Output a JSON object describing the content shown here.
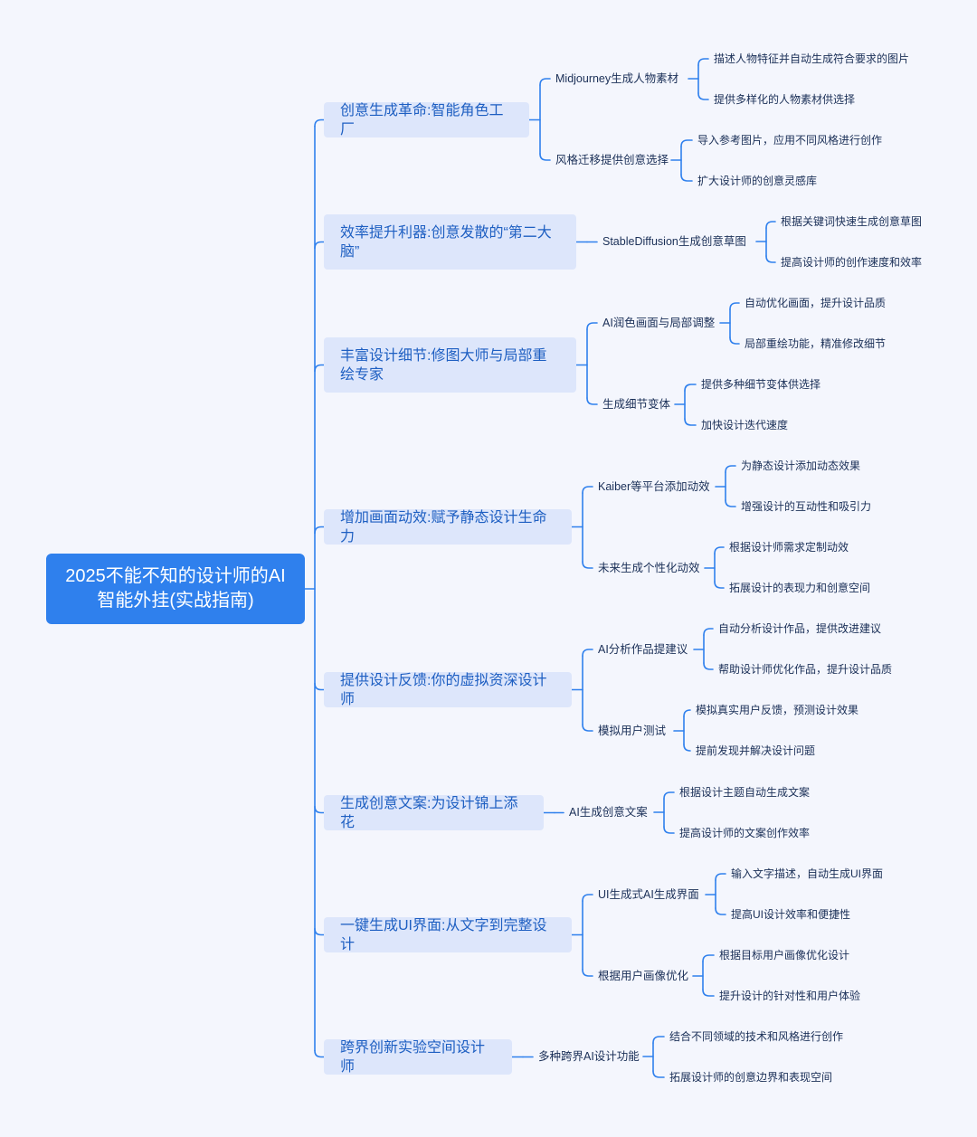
{
  "root": {
    "title": "2025不能不知的设计师的AI智能外挂(实战指南)"
  },
  "branches": [
    {
      "label": "创意生成革命:智能角色工厂",
      "children": [
        {
          "label": "Midjourney生成人物素材",
          "children": [
            "描述人物特征并自动生成符合要求的图片",
            "提供多样化的人物素材供选择"
          ]
        },
        {
          "label": "风格迁移提供创意选择",
          "children": [
            "导入参考图片，应用不同风格进行创作",
            "扩大设计师的创意灵感库"
          ]
        }
      ]
    },
    {
      "label": "效率提升利器:创意发散的“第二大脑”",
      "children": [
        {
          "label": "StableDiffusion生成创意草图",
          "children": [
            "根据关键词快速生成创意草图",
            "提高设计师的创作速度和效率"
          ]
        }
      ]
    },
    {
      "label": "丰富设计细节:修图大师与局部重绘专家",
      "children": [
        {
          "label": "AI润色画面与局部调整",
          "children": [
            "自动优化画面，提升设计品质",
            "局部重绘功能，精准修改细节"
          ]
        },
        {
          "label": "生成细节变体",
          "children": [
            "提供多种细节变体供选择",
            "加快设计迭代速度"
          ]
        }
      ]
    },
    {
      "label": "增加画面动效:赋予静态设计生命力",
      "children": [
        {
          "label": "Kaiber等平台添加动效",
          "children": [
            "为静态设计添加动态效果",
            "增强设计的互动性和吸引力"
          ]
        },
        {
          "label": "未来生成个性化动效",
          "children": [
            "根据设计师需求定制动效",
            "拓展设计的表现力和创意空间"
          ]
        }
      ]
    },
    {
      "label": "提供设计反馈:你的虚拟资深设计师",
      "children": [
        {
          "label": "AI分析作品提建议",
          "children": [
            "自动分析设计作品，提供改进建议",
            "帮助设计师优化作品，提升设计品质"
          ]
        },
        {
          "label": "模拟用户测试",
          "children": [
            "模拟真实用户反馈，预测设计效果",
            "提前发现并解决设计问题"
          ]
        }
      ]
    },
    {
      "label": "生成创意文案:为设计锦上添花",
      "children": [
        {
          "label": "AI生成创意文案",
          "children": [
            "根据设计主题自动生成文案",
            "提高设计师的文案创作效率"
          ]
        }
      ]
    },
    {
      "label": "一键生成UI界面:从文字到完整设计",
      "children": [
        {
          "label": "UI生成式AI生成界面",
          "children": [
            "输入文字描述，自动生成UI界面",
            "提高UI设计效率和便捷性"
          ]
        },
        {
          "label": "根据用户画像优化",
          "children": [
            "根据目标用户画像优化设计",
            "提升设计的针对性和用户体验"
          ]
        }
      ]
    },
    {
      "label": "跨界创新实验空间设计师",
      "children": [
        {
          "label": "多种跨界AI设计功能",
          "children": [
            "结合不同领域的技术和风格进行创作",
            "拓展设计师的创意边界和表现空间"
          ]
        }
      ]
    }
  ],
  "colors": {
    "accent": "#2f80ed",
    "branch_bg": "#dde6fb",
    "branch_text": "#1e5fc2",
    "line": "#2f80ed",
    "background": "#f4f6fd"
  }
}
